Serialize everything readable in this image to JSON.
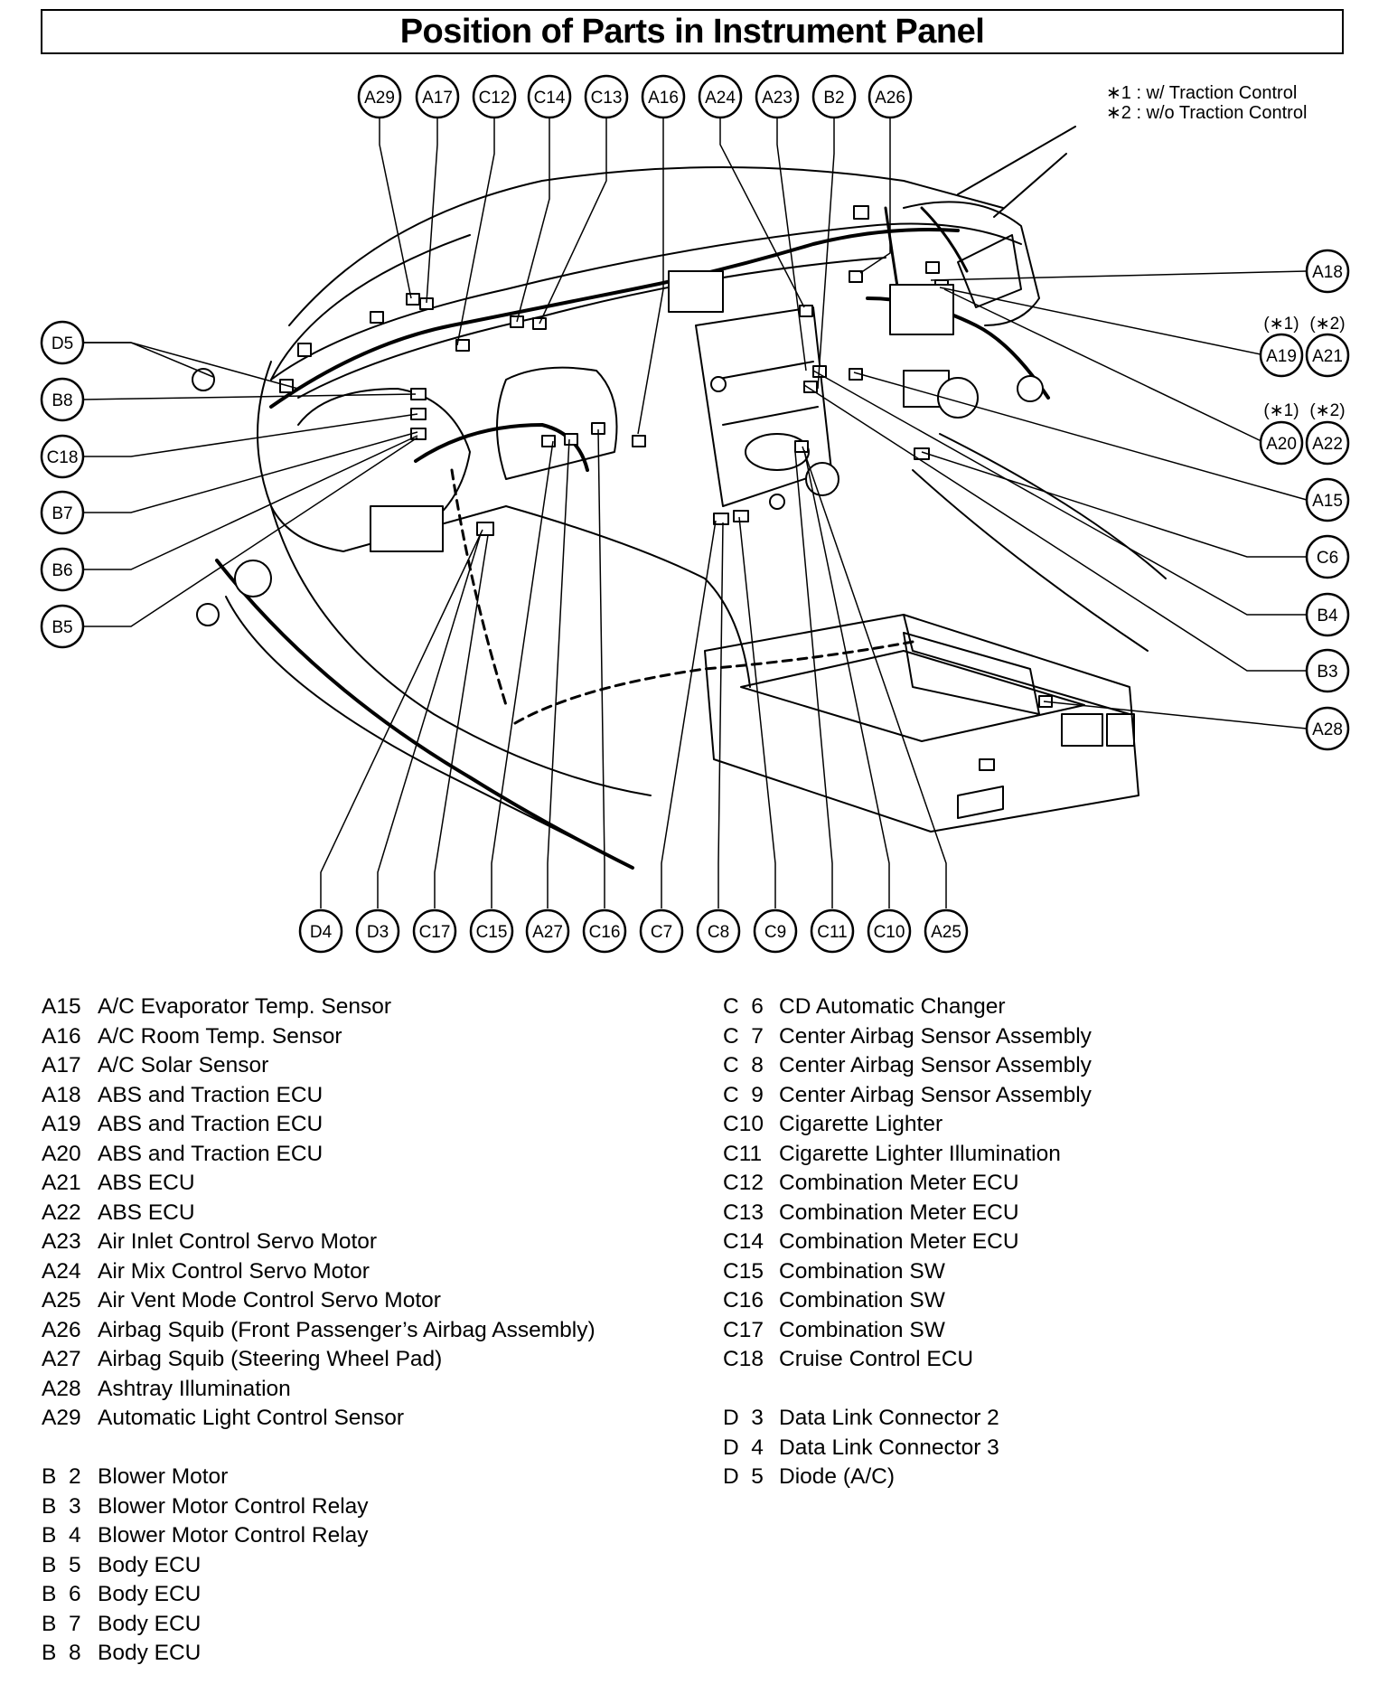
{
  "title": "Position of Parts in Instrument Panel",
  "notes": [
    "∗1 : w/ Traction Control",
    "∗2 : w/o Traction Control"
  ],
  "variant_labels": {
    "star1": "(∗1)",
    "star2": "(∗2)"
  },
  "callouts_top": [
    "A29",
    "A17",
    "C12",
    "C14",
    "C13",
    "A16",
    "A24",
    "A23",
    "B2",
    "A26"
  ],
  "callouts_left": [
    "D5",
    "B8",
    "C18",
    "B7",
    "B6",
    "B5"
  ],
  "callouts_right": [
    "A18",
    "A19",
    "A21",
    "A20",
    "A22",
    "A15",
    "C6",
    "B4",
    "B3",
    "A28"
  ],
  "callouts_bottom": [
    "D4",
    "D3",
    "C17",
    "C15",
    "A27",
    "C16",
    "C7",
    "C8",
    "C9",
    "C11",
    "C10",
    "A25"
  ],
  "legend_left": [
    {
      "code": "A15",
      "name": "A/C Evaporator Temp. Sensor"
    },
    {
      "code": "A16",
      "name": "A/C Room Temp. Sensor"
    },
    {
      "code": "A17",
      "name": "A/C Solar Sensor"
    },
    {
      "code": "A18",
      "name": "ABS and Traction ECU"
    },
    {
      "code": "A19",
      "name": "ABS and Traction ECU"
    },
    {
      "code": "A20",
      "name": "ABS and Traction ECU"
    },
    {
      "code": "A21",
      "name": "ABS ECU"
    },
    {
      "code": "A22",
      "name": "ABS ECU"
    },
    {
      "code": "A23",
      "name": "Air Inlet Control Servo Motor"
    },
    {
      "code": "A24",
      "name": "Air Mix Control Servo Motor"
    },
    {
      "code": "A25",
      "name": "Air Vent Mode Control Servo Motor"
    },
    {
      "code": "A26",
      "name": "Airbag Squib (Front Passenger’s Airbag Assembly)"
    },
    {
      "code": "A27",
      "name": "Airbag Squib (Steering Wheel Pad)"
    },
    {
      "code": "A28",
      "name": "Ashtray Illumination"
    },
    {
      "code": "A29",
      "name": "Automatic Light Control Sensor"
    },
    {
      "code": "",
      "name": ""
    },
    {
      "code": "B  2",
      "name": "Blower Motor"
    },
    {
      "code": "B  3",
      "name": "Blower Motor Control Relay"
    },
    {
      "code": "B  4",
      "name": "Blower Motor Control Relay"
    },
    {
      "code": "B  5",
      "name": "Body ECU"
    },
    {
      "code": "B  6",
      "name": "Body ECU"
    },
    {
      "code": "B  7",
      "name": "Body ECU"
    },
    {
      "code": "B  8",
      "name": "Body ECU"
    }
  ],
  "legend_right": [
    {
      "code": "C  6",
      "name": "CD Automatic Changer"
    },
    {
      "code": "C  7",
      "name": "Center Airbag Sensor Assembly"
    },
    {
      "code": "C  8",
      "name": "Center Airbag Sensor Assembly"
    },
    {
      "code": "C  9",
      "name": "Center Airbag Sensor Assembly"
    },
    {
      "code": "C10",
      "name": "Cigarette Lighter"
    },
    {
      "code": "C11",
      "name": "Cigarette Lighter Illumination"
    },
    {
      "code": "C12",
      "name": "Combination Meter ECU"
    },
    {
      "code": "C13",
      "name": "Combination Meter ECU"
    },
    {
      "code": "C14",
      "name": "Combination Meter ECU"
    },
    {
      "code": "C15",
      "name": "Combination SW"
    },
    {
      "code": "C16",
      "name": "Combination SW"
    },
    {
      "code": "C17",
      "name": "Combination SW"
    },
    {
      "code": "C18",
      "name": "Cruise Control ECU"
    },
    {
      "code": "",
      "name": ""
    },
    {
      "code": "D  3",
      "name": "Data Link Connector 2"
    },
    {
      "code": "D  4",
      "name": "Data Link Connector 3"
    },
    {
      "code": "D  5",
      "name": "Diode (A/C)"
    }
  ]
}
